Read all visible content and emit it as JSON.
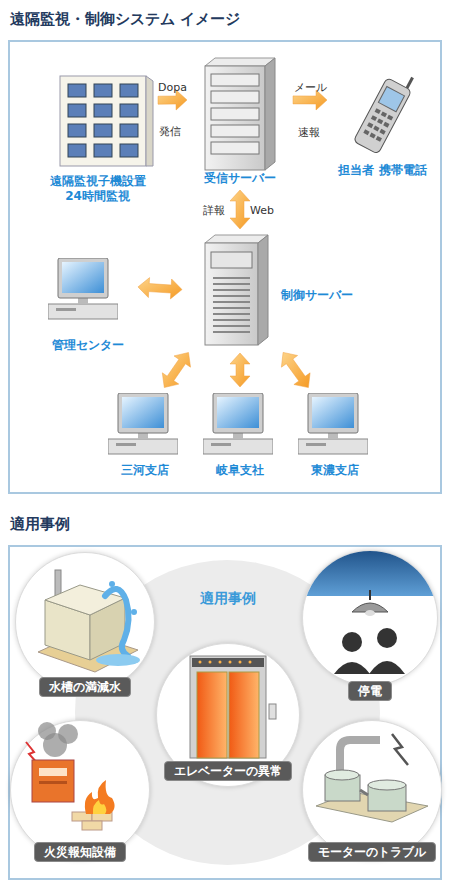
{
  "diagram": {
    "nodes": [
      {
        "text": [
          "遠隔監視・制御システム イメージ"
        ]
      },
      {
        "text": [
          "遠隔監視子機設置 24時間監視"
        ],
        "in": 0
      },
      {
        "text": [
          "受信サーバー"
        ],
        "in": 0
      },
      {
        "text": [
          "担当者 携帯電話"
        ],
        "in": 0
      },
      {
        "text": [
          "管理センター"
        ],
        "in": 0
      },
      {
        "text": [
          "制御サーバー"
        ],
        "in": 0
      },
      {
        "text": [
          "三河支店"
        ],
        "in": 0
      },
      {
        "text": [
          "岐阜支社"
        ],
        "in": 0
      },
      {
        "text": [
          "東濃支店"
        ],
        "in": 0
      },
      {
        "text": [
          "適用事例"
        ]
      },
      {
        "text": [
          "適用事例"
        ],
        "in": 9
      },
      {
        "text": [
          "水槽の満減水"
        ],
        "in": 9
      },
      {
        "text": [
          "停電"
        ],
        "in": 9
      },
      {
        "text": [
          "エレベーターの異常"
        ],
        "in": 9
      },
      {
        "text": [
          "火災報知設備"
        ],
        "in": 9
      },
      {
        "text": [
          "モーターのトラブル"
        ],
        "in": 9
      }
    ],
    "edges": [
      {
        "from": 1,
        "to": 2,
        "arrow": "to",
        "label": "Dopa"
      },
      {
        "from": 2,
        "to": 3,
        "arrow": "to",
        "label": "メール"
      },
      {
        "from": 2,
        "to": 5,
        "arrow": "both",
        "label": "詳報"
      },
      {
        "from": 5,
        "to": 4,
        "arrow": "both"
      },
      {
        "from": 5,
        "to": 6,
        "arrow": "both"
      },
      {
        "from": 5,
        "to": 7,
        "arrow": "both"
      },
      {
        "from": 5,
        "to": 8,
        "arrow": "both"
      }
    ],
    "labels": [
      "発信",
      "速報",
      "Web"
    ]
  }
}
